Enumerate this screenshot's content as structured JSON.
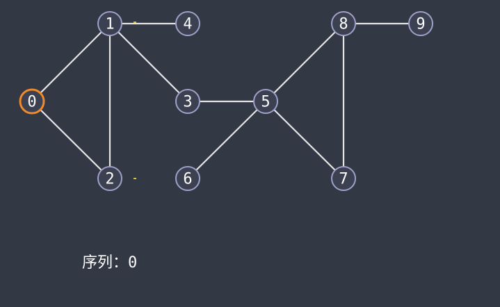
{
  "graph": {
    "active_color": "#f08a2a",
    "node_stroke_color": "#9fa2c8",
    "edge_color": "#e6e6e6",
    "nodes": [
      {
        "id": 0,
        "label": "0",
        "active": true
      },
      {
        "id": 1,
        "label": "1",
        "active": false
      },
      {
        "id": 2,
        "label": "2",
        "active": false
      },
      {
        "id": 3,
        "label": "3",
        "active": false
      },
      {
        "id": 4,
        "label": "4",
        "active": false
      },
      {
        "id": 5,
        "label": "5",
        "active": false
      },
      {
        "id": 6,
        "label": "6",
        "active": false
      },
      {
        "id": 7,
        "label": "7",
        "active": false
      },
      {
        "id": 8,
        "label": "8",
        "active": false
      },
      {
        "id": 9,
        "label": "9",
        "active": false
      }
    ],
    "edges": [
      [
        0,
        1
      ],
      [
        0,
        2
      ],
      [
        1,
        2
      ],
      [
        1,
        3
      ],
      [
        1,
        4
      ],
      [
        3,
        5
      ],
      [
        5,
        6
      ],
      [
        5,
        7
      ],
      [
        5,
        8
      ],
      [
        8,
        7
      ],
      [
        8,
        9
      ]
    ]
  },
  "sequence": {
    "label": "序列：",
    "value": "0"
  }
}
